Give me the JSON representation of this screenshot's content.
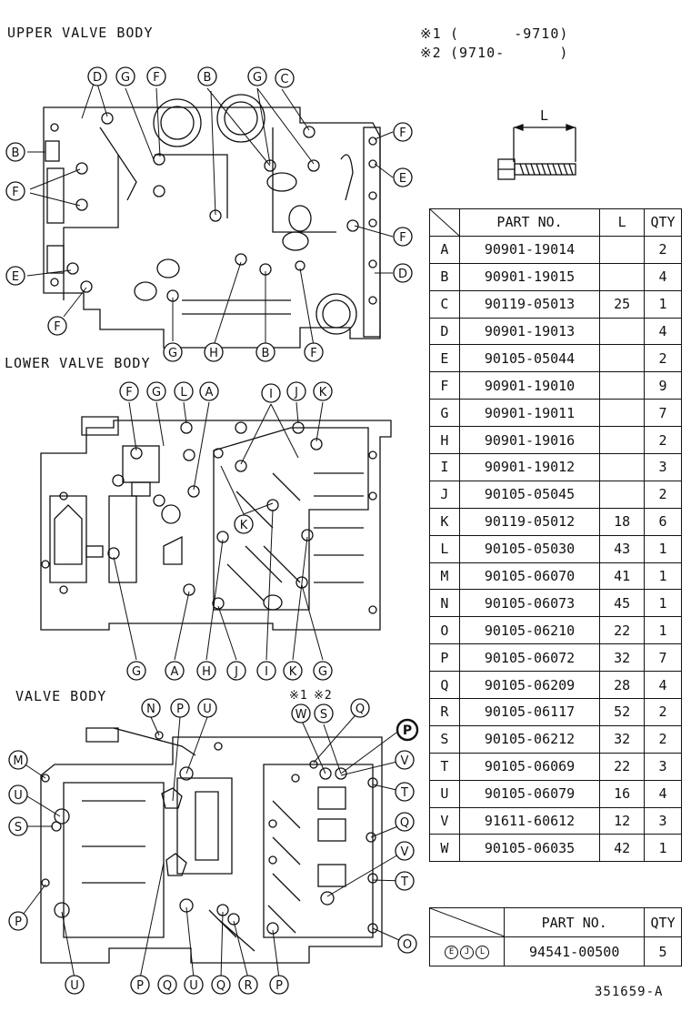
{
  "titles": {
    "upper": "UPPER VALVE BODY",
    "lower": "LOWER VALVE BODY",
    "valve": "VALVE BODY"
  },
  "notes": {
    "n1_mark": "※1",
    "n1_text": "(      -9710)",
    "n2_mark": "※2",
    "n2_text": "(9710-      )"
  },
  "bolt_dim_label": "L",
  "table": {
    "headers": {
      "part_no": "PART NO.",
      "l": "L",
      "qty": "QTY"
    },
    "rows": [
      {
        "letter": "A",
        "part": "90901-19014",
        "l": "",
        "qty": "2"
      },
      {
        "letter": "B",
        "part": "90901-19015",
        "l": "",
        "qty": "4"
      },
      {
        "letter": "C",
        "part": "90119-05013",
        "l": "25",
        "qty": "1"
      },
      {
        "letter": "D",
        "part": "90901-19013",
        "l": "",
        "qty": "4"
      },
      {
        "letter": "E",
        "part": "90105-05044",
        "l": "",
        "qty": "2"
      },
      {
        "letter": "F",
        "part": "90901-19010",
        "l": "",
        "qty": "9"
      },
      {
        "letter": "G",
        "part": "90901-19011",
        "l": "",
        "qty": "7"
      },
      {
        "letter": "H",
        "part": "90901-19016",
        "l": "",
        "qty": "2"
      },
      {
        "letter": "I",
        "part": "90901-19012",
        "l": "",
        "qty": "3"
      },
      {
        "letter": "J",
        "part": "90105-05045",
        "l": "",
        "qty": "2"
      },
      {
        "letter": "K",
        "part": "90119-05012",
        "l": "18",
        "qty": "6"
      },
      {
        "letter": "L",
        "part": "90105-05030",
        "l": "43",
        "qty": "1"
      },
      {
        "letter": "M",
        "part": "90105-06070",
        "l": "41",
        "qty": "1"
      },
      {
        "letter": "N",
        "part": "90105-06073",
        "l": "45",
        "qty": "1"
      },
      {
        "letter": "O",
        "part": "90105-06210",
        "l": "22",
        "qty": "1"
      },
      {
        "letter": "P",
        "part": "90105-06072",
        "l": "32",
        "qty": "7"
      },
      {
        "letter": "Q",
        "part": "90105-06209",
        "l": "28",
        "qty": "4"
      },
      {
        "letter": "R",
        "part": "90105-06117",
        "l": "52",
        "qty": "2"
      },
      {
        "letter": "S",
        "part": "90105-06212",
        "l": "32",
        "qty": "2"
      },
      {
        "letter": "T",
        "part": "90105-06069",
        "l": "22",
        "qty": "3"
      },
      {
        "letter": "U",
        "part": "90105-06079",
        "l": "16",
        "qty": "4"
      },
      {
        "letter": "V",
        "part": "91611-60612",
        "l": "12",
        "qty": "3"
      },
      {
        "letter": "W",
        "part": "90105-06035",
        "l": "42",
        "qty": "1"
      }
    ]
  },
  "sub_table": {
    "headers": {
      "part_no": "PART NO.",
      "qty": "QTY"
    },
    "letters": [
      "E",
      "J",
      "L"
    ],
    "part": "94541-00500",
    "qty": "5"
  },
  "upper_callouts": [
    "D",
    "G",
    "F",
    "B",
    "G",
    "C",
    "F",
    "E",
    "F",
    "D",
    "B",
    "F",
    "E",
    "F",
    "G",
    "H",
    "B",
    "F"
  ],
  "lower_callouts": [
    "F",
    "G",
    "L",
    "A",
    "I",
    "J",
    "K",
    "K",
    "G",
    "A",
    "H",
    "J",
    "I",
    "K",
    "G"
  ],
  "valve_callouts": [
    "N",
    "P",
    "U",
    "W",
    "S",
    "Q",
    "P",
    "M",
    "V",
    "U",
    "T",
    "S",
    "Q",
    "V",
    "T",
    "P",
    "O",
    "U",
    "P",
    "Q",
    "U",
    "Q",
    "R",
    "P"
  ],
  "valve_marks": [
    "※1",
    "※2"
  ],
  "figure_id": "351659-A"
}
